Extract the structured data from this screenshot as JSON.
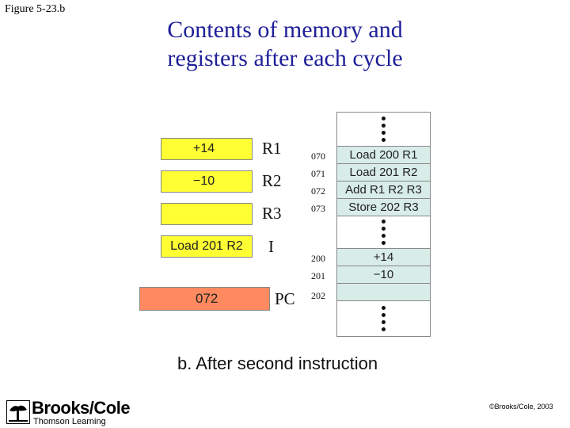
{
  "figure_label": "Figure 5-23.b",
  "title_line1": "Contents of memory and",
  "title_line2": "registers after each cycle",
  "registers": [
    {
      "name": "R1",
      "value": "+14"
    },
    {
      "name": "R2",
      "value": "−10"
    },
    {
      "name": "R3",
      "value": ""
    },
    {
      "name": "I",
      "value": "Load 201 R2"
    }
  ],
  "pc": {
    "name": "PC",
    "value": "072"
  },
  "memory_instructions": [
    {
      "address": "070",
      "content": "Load 200 R1"
    },
    {
      "address": "071",
      "content": "Load 201 R2"
    },
    {
      "address": "072",
      "content": "Add R1 R2 R3"
    },
    {
      "address": "073",
      "content": "Store 202 R3"
    }
  ],
  "memory_data": [
    {
      "address": "200",
      "content": "+14"
    },
    {
      "address": "201",
      "content": "−10"
    },
    {
      "address": "202",
      "content": ""
    }
  ],
  "caption": "b. After second instruction",
  "logo": {
    "name": "Brooks/Cole",
    "subtitle": "Thomson Learning"
  },
  "copyright": "©Brooks/Cole, 2003",
  "colors": {
    "register": "#ffff33",
    "pc": "#ff8a60",
    "memory_cell": "#d8ece8",
    "title": "#1f1f99"
  }
}
